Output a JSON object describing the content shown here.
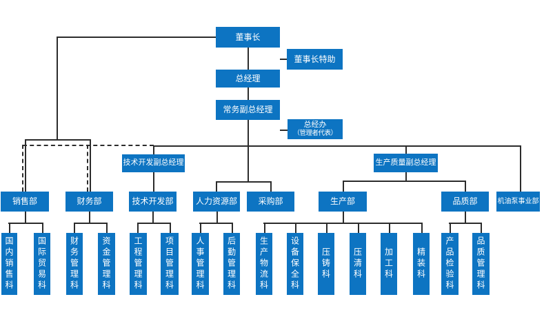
{
  "colors": {
    "box_blue": "#0d74c2",
    "connector_line": "#2b2b2b",
    "box_text": "#ffffff",
    "background": "#ffffff"
  },
  "org": {
    "top": {
      "chairman": "董事长",
      "assistant": "董事长特助",
      "gm": "总经理",
      "evp": "常务副总经理",
      "gm_office": {
        "line1": "总经办",
        "line2": "（管理者代表）"
      }
    },
    "deputies": {
      "tech": "技术开发副总经理",
      "quality": "生产质量副总经理"
    },
    "departments": {
      "sales": "销售部",
      "finance": "财务部",
      "tech_dev": "技术开发部",
      "hr": "人力资源部",
      "purchasing": "采购部",
      "production": "生产部",
      "quality": "品质部",
      "oil_pump": "机油泵事业部"
    },
    "sections": {
      "domestic_sales": "国内销售科",
      "intl_trade": "国际贸易科",
      "finance_mgmt": "财务管理科",
      "funds_mgmt": "资金管理科",
      "engineering_mgmt": "工程管理科",
      "project_mgmt": "项目管理科",
      "personnel_mgmt": "人事管理科",
      "logistics_mgmt": "后勤管理科",
      "production_logistics": "生产物流科",
      "equipment_maintenance": "设备保全科",
      "die_casting": "压铸科",
      "pressure_cleaning": "压清科",
      "machining": "加工科",
      "finishing": "精装科",
      "product_inspection": "产品检验科",
      "quality_mgmt": "品质管理科"
    }
  }
}
